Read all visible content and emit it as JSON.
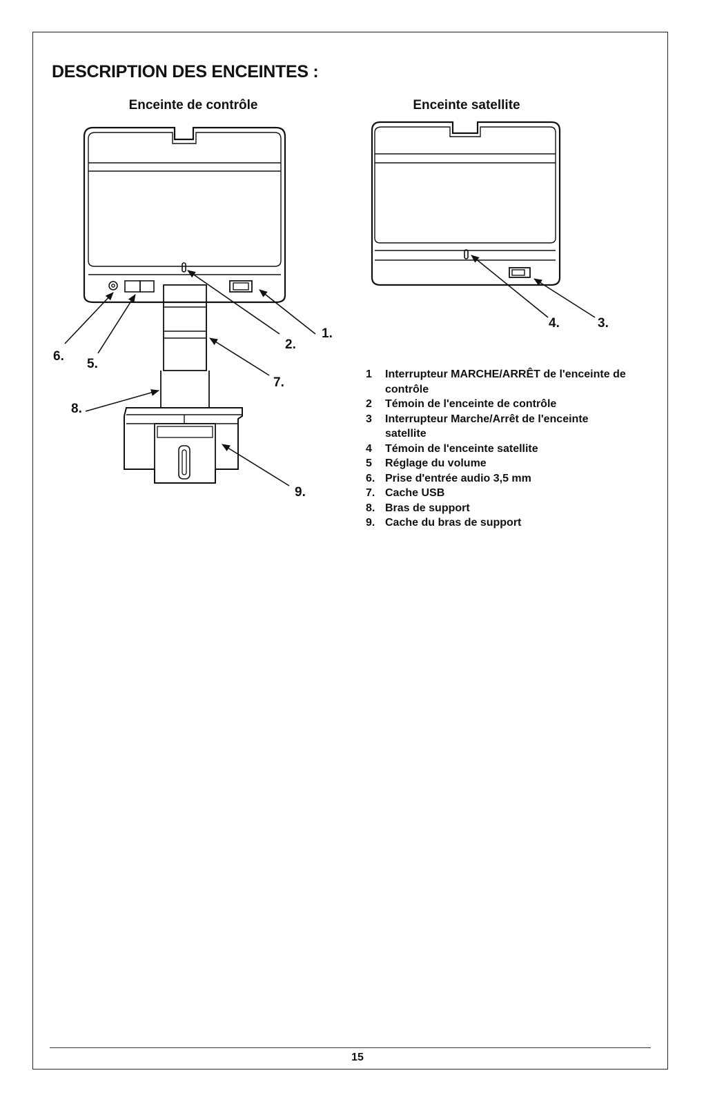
{
  "page": {
    "title": "DESCRIPTION DES ENCEINTES :",
    "page_number": "15"
  },
  "figures": {
    "control": {
      "title": "Enceinte de contrôle",
      "callouts": [
        "1.",
        "2.",
        "5.",
        "6.",
        "7.",
        "8.",
        "9."
      ]
    },
    "satellite": {
      "title": "Enceinte satellite",
      "callouts": [
        "3.",
        "4."
      ]
    }
  },
  "legend": [
    {
      "num": "1",
      "text": "Interrupteur MARCHE/ARRÊT de l'enceinte de contrôle"
    },
    {
      "num": "2",
      "text": "Témoin de l'enceinte de contrôle"
    },
    {
      "num": "3",
      "text": "Interrupteur Marche/Arrêt de l'enceinte satellite"
    },
    {
      "num": "4",
      "text": "Témoin de l'enceinte satellite"
    },
    {
      "num": "5",
      "text": "Réglage du volume"
    },
    {
      "num": "6.",
      "text": "Prise d'entrée audio 3,5 mm"
    },
    {
      "num": "7.",
      "text": "Cache USB"
    },
    {
      "num": "8.",
      "text": "Bras de support"
    },
    {
      "num": "9.",
      "text": "Cache du bras de support"
    }
  ]
}
